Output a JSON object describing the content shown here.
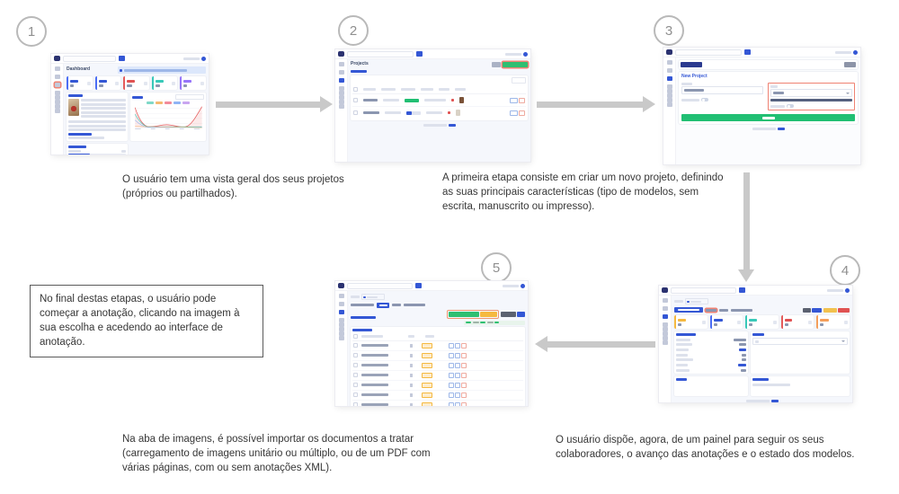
{
  "steps": [
    {
      "number": "1",
      "caption": "O usuário tem uma vista geral dos seus projetos (próprios ou partilhados)."
    },
    {
      "number": "2",
      "caption": "A primeira etapa consiste em criar um novo projeto, definindo as suas principais características (tipo de modelos, sem escrita, manuscrito ou impresso)."
    },
    {
      "number": "3"
    },
    {
      "number": "4",
      "caption": "O usuário dispõe, agora, de um painel para seguir os seus colaboradores, o avanço das anotações e o estado dos modelos."
    },
    {
      "number": "5",
      "caption": "Na aba de imagens, é possível importar os documentos a tratar (carregamento de imagens unitário ou múltiplo, ou de um PDF com várias páginas, com ou sem anotações XML)."
    }
  ],
  "note_box": {
    "text": "No final destas etapas, o usuário pode começar a anotação, clicando na imagem à sua escolha e acedendo ao interface de anotação."
  },
  "apps": {
    "dashboard": {
      "title": "Dashboard"
    },
    "projects": {
      "title": "Projects"
    },
    "new_project": {
      "title": "New Project"
    }
  },
  "icons": {
    "logo": "app-logo",
    "search": "search-field",
    "avatar": "user-avatar"
  },
  "colors": {
    "accent_blue": "#3457d5",
    "green": "#2fbf71",
    "yellow": "#f5b940",
    "red": "#e05252",
    "highlight": "#ef8273",
    "arrow_gray": "#c9c9c9"
  }
}
